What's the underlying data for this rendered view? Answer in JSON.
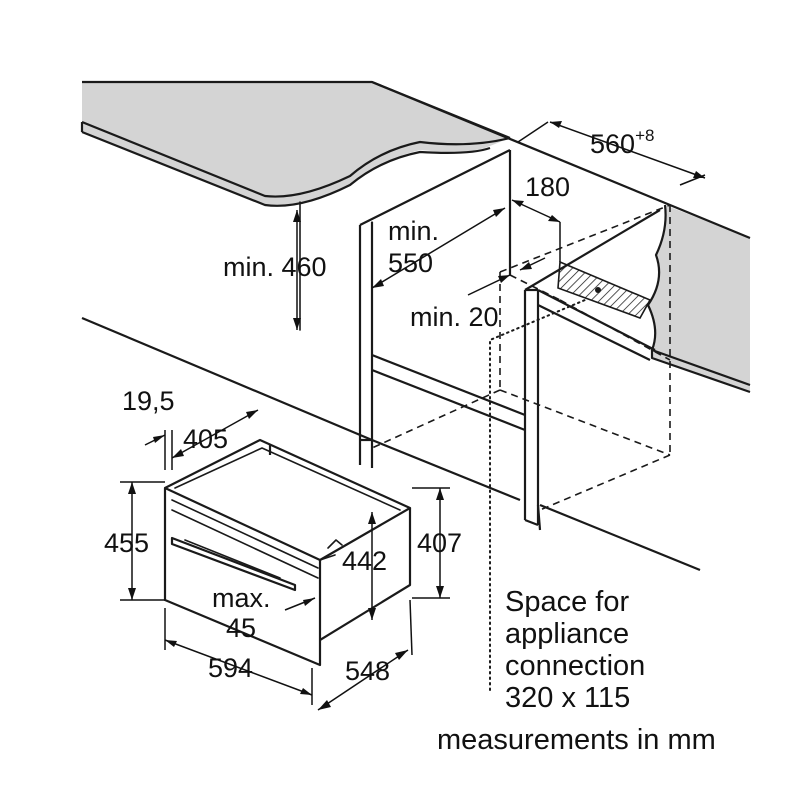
{
  "diagram": {
    "dimensions": {
      "niche_width": "560",
      "niche_width_tolerance": "+8",
      "worktop_offset": "180",
      "niche_height_min": "min. 460",
      "niche_depth_min_a": "min.",
      "niche_depth_min_b": "550",
      "gap_min": "min. 20",
      "panel_thickness": "19,5",
      "body_depth": "405",
      "front_height": "455",
      "inner_height": "442",
      "body_height": "407",
      "front_protrusion_a": "max.",
      "front_protrusion_b": "45",
      "front_width": "594",
      "body_width": "548"
    },
    "notes": {
      "connection_line1": "Space for",
      "connection_line2": "appliance",
      "connection_line3": "connection",
      "connection_line4": "320 x 115",
      "units": "measurements in mm"
    },
    "colors": {
      "worktop_fill": "#d4d4d4",
      "line": "#1a1a1a",
      "background": "#ffffff"
    }
  }
}
